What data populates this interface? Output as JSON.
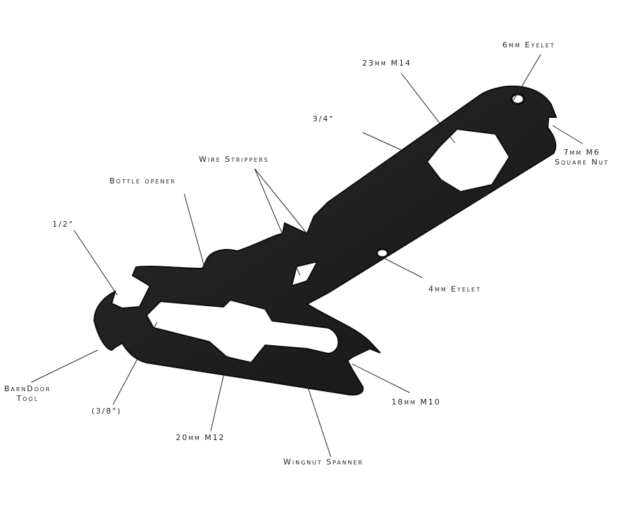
{
  "diagram": {
    "subject": "multi-tool wrench",
    "colors": {
      "tool_body": "#1e1e1e",
      "tool_edge": "#0e0e0e",
      "leader_line": "#222222",
      "background": "#ffffff"
    },
    "labels": {
      "eyelet_6mm": "6mm Eyelet",
      "m14_23mm": "23mm M14",
      "three_quarter": "3/4\"",
      "m6_7mm_line1": "7mm M6",
      "m6_7mm_line2": "Square Nut",
      "wire_strippers": "Wire Strippers",
      "bottle_opener": "Bottle opener",
      "half_inch": "1/2\"",
      "eyelet_4mm": "4mm Eyelet",
      "barndoor_line1": "BarnDoor",
      "barndoor_line2": "Tool",
      "three_eighths": "(3/8\")",
      "m12_20mm": "20mm M12",
      "m10_18mm": "18mm M10",
      "wingnut_spanner": "Wingnut Spanner"
    }
  }
}
